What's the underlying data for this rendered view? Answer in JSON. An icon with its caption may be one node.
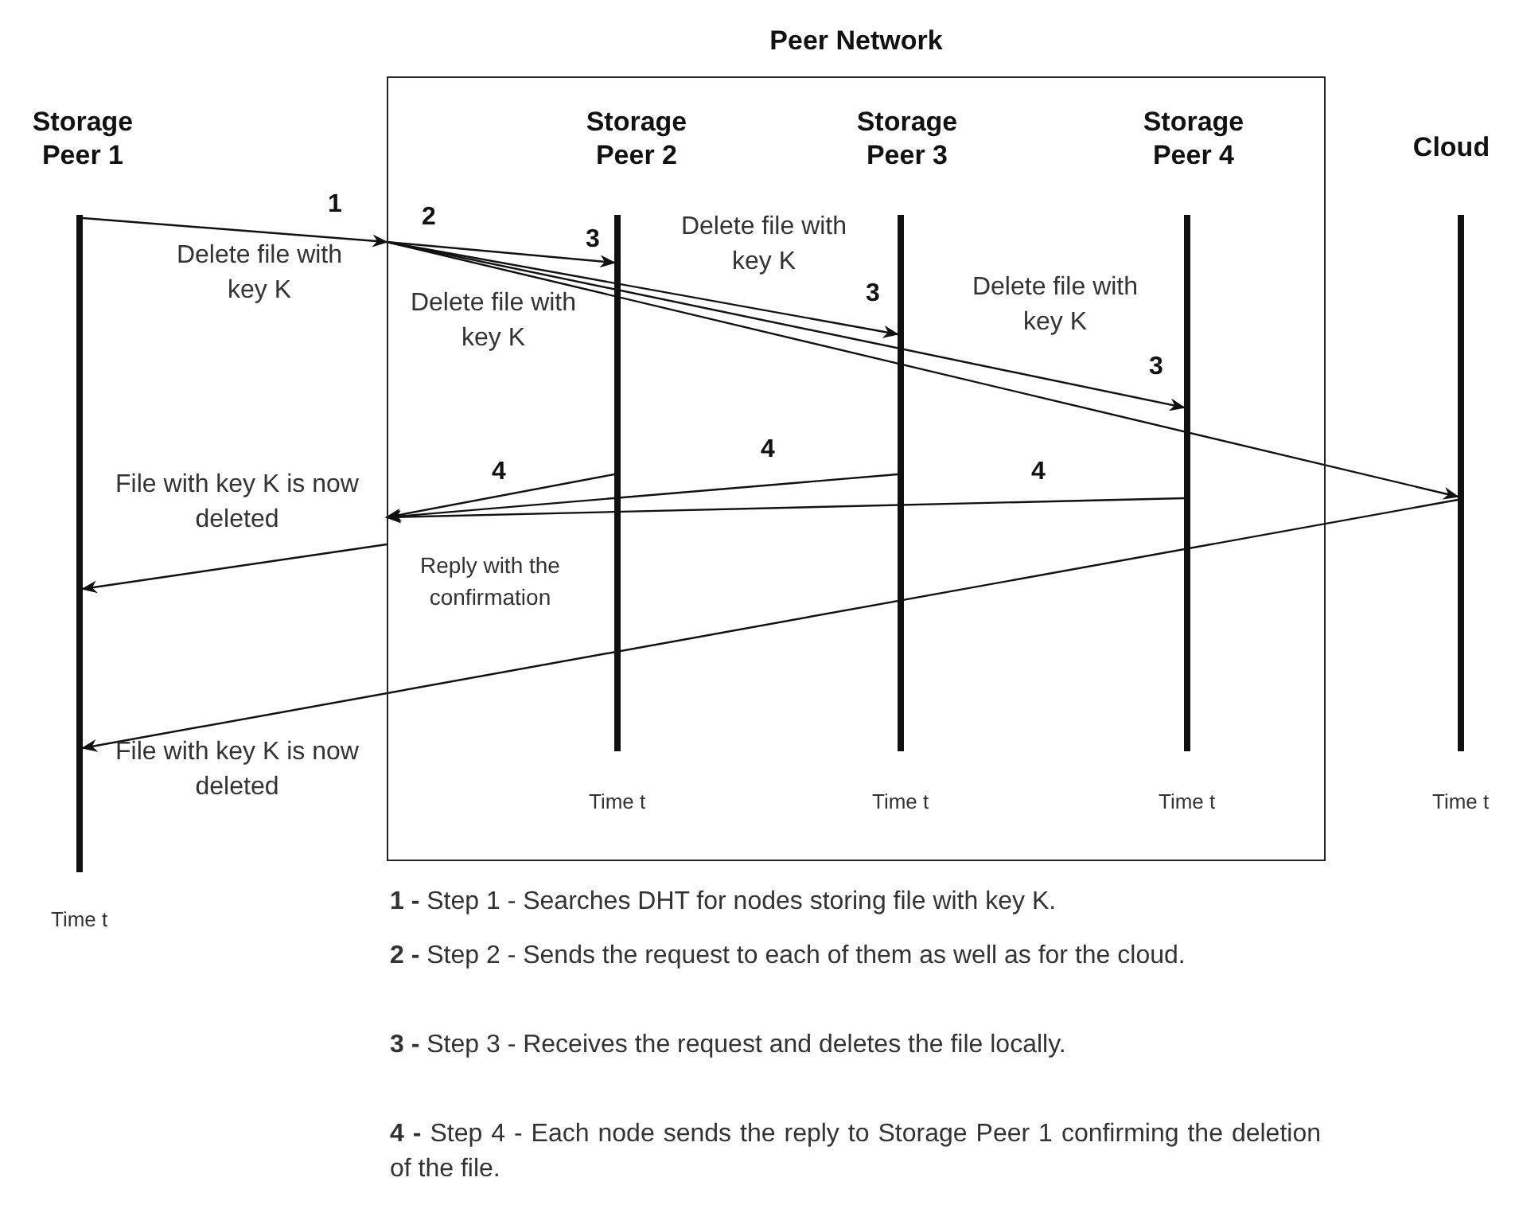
{
  "diagram": {
    "nodes": [
      {
        "text": [
          "Peer Network"
        ]
      },
      {
        "text": [
          "Storage Peer 1"
        ],
        "beside": [
          "Time t"
        ]
      },
      {
        "text": [
          "Storage Peer 2"
        ],
        "beside": [
          "Time t"
        ],
        "in": 0
      },
      {
        "text": [
          "Storage Peer 3"
        ],
        "beside": [
          "Time t"
        ],
        "in": 0
      },
      {
        "text": [
          "Storage Peer 4"
        ],
        "beside": [
          "Time t"
        ],
        "in": 0
      },
      {
        "text": [
          "Cloud"
        ],
        "beside": [
          "Time t"
        ]
      }
    ],
    "edges": [
      {
        "from": 1,
        "to": 0,
        "arrow": "to",
        "label": "Delete file with key K"
      },
      {
        "from": 0,
        "to": 2,
        "arrow": "to",
        "label": "Delete file with key K"
      },
      {
        "from": 0,
        "to": 3,
        "arrow": "to",
        "label": "Delete file with key K"
      },
      {
        "from": 0,
        "to": 4,
        "arrow": "to",
        "label": "Delete file with key K"
      },
      {
        "from": 0,
        "to": 5,
        "arrow": "to"
      },
      {
        "from": 2,
        "to": 0,
        "arrow": "to"
      },
      {
        "from": 3,
        "to": 0,
        "arrow": "to"
      },
      {
        "from": 4,
        "to": 0,
        "arrow": "to"
      },
      {
        "from": 0,
        "to": 1,
        "arrow": "to",
        "label": "File with key K is now deleted"
      },
      {
        "from": 5,
        "to": 1,
        "arrow": "to",
        "label": "File with key K is now deleted"
      }
    ],
    "labels": [
      "1",
      "2",
      "3",
      "3",
      "3",
      "4",
      "4",
      "4",
      "Reply with the confirmation",
      "**1 -** Step 1 - Searches DHT for nodes storing file with key K.",
      "**2 -** Step 2 - Sends the request to each of them as well as for the cloud.",
      "**3 -** Step 3 - Receives the request and deletes the file locally.",
      "**4 -** Step 4 - Each node sends the reply to Storage Peer 1 confirming the deletion of the file."
    ]
  }
}
